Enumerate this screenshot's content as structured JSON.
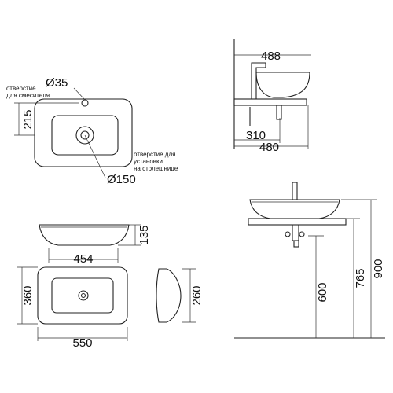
{
  "top_view": {
    "mixer_diameter": "Ø35",
    "mixer_note_1": "отверстие",
    "mixer_note_2": "для смесителя",
    "height_dim": "215",
    "drain_note_1": "отверстие для",
    "drain_note_2": "установки",
    "drain_note_3": "на столешнице",
    "drain_diameter": "Ø150"
  },
  "side_profile": {
    "width_top": "488",
    "width_mid": "310",
    "width_bottom": "480"
  },
  "front_view": {
    "height": "135",
    "width": "454"
  },
  "plan_view": {
    "height": "360",
    "width": "550",
    "side_depth": "260"
  },
  "install_view": {
    "drain_height": "600",
    "counter_height": "765",
    "rim_height": "900"
  }
}
